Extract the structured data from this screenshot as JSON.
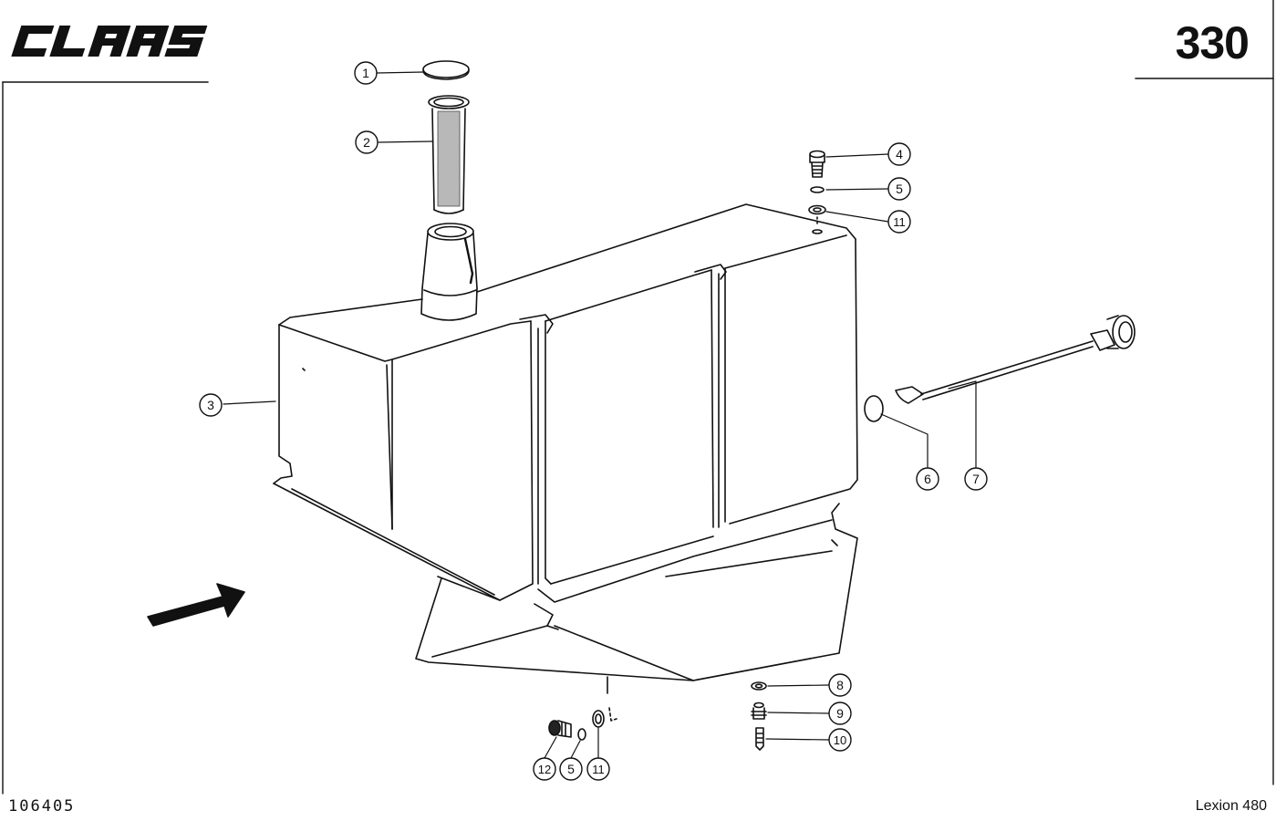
{
  "header": {
    "brand": "CLAAS",
    "page_number": "330"
  },
  "footer": {
    "drawing_number": "106405",
    "model": "Lexion 480"
  },
  "callouts": [
    {
      "id": "1",
      "part": "cap"
    },
    {
      "id": "2",
      "part": "filler-strainer"
    },
    {
      "id": "3",
      "part": "tank"
    },
    {
      "id": "4",
      "part": "screw"
    },
    {
      "id": "5",
      "part": "o-ring"
    },
    {
      "id": "11",
      "part": "washer"
    },
    {
      "id": "6",
      "part": "seal-ring"
    },
    {
      "id": "7",
      "part": "level-sensor"
    },
    {
      "id": "8",
      "part": "washer"
    },
    {
      "id": "9",
      "part": "nipple"
    },
    {
      "id": "10",
      "part": "screw"
    },
    {
      "id": "12",
      "part": "drain-plug"
    },
    {
      "id": "5",
      "part": "o-ring"
    },
    {
      "id": "11",
      "part": "washer"
    }
  ],
  "colors": {
    "ink": "#111111",
    "paper": "#ffffff"
  }
}
